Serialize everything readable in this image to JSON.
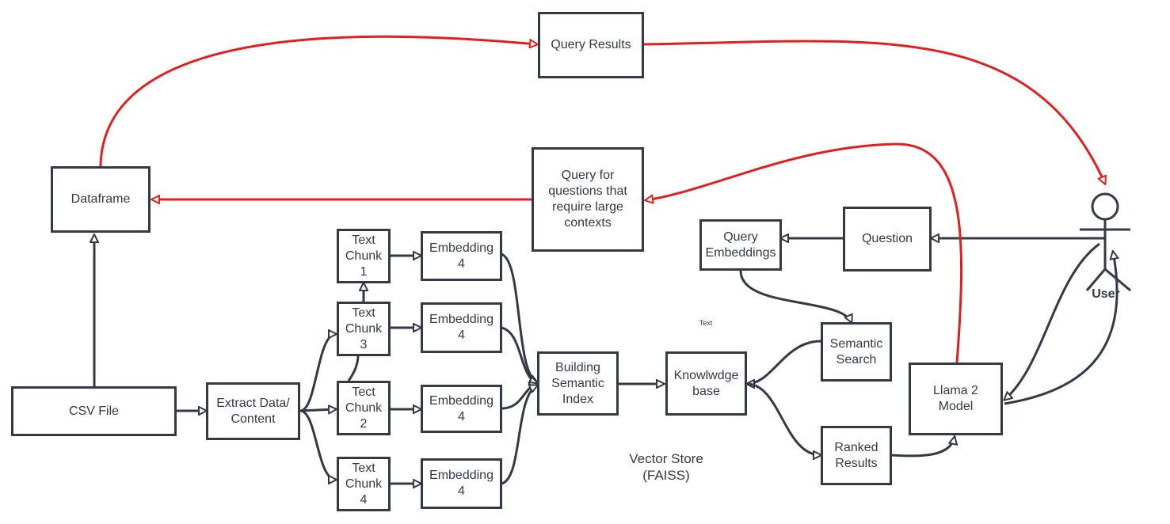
{
  "nodes": {
    "query_results": "Query Results",
    "dataframe": "Dataframe",
    "query_large_ctx": "Query for\nquestions that\nrequire large\ncontexts",
    "csv_file": "CSV File",
    "extract": "Extract Data/\nContent",
    "chunk1": "Text\nChunk\n1",
    "chunk3": "Text\nChunk\n3",
    "chunk2": "Tect\nChunk\n2",
    "chunk4": "Text\nChunk\n4",
    "emb1": "Embedding\n4",
    "emb2": "Embedding\n4",
    "emb3": "Embedding\n4",
    "emb4": "Embedding\n4",
    "semantic_index": "Building\nSemantic\nIndex",
    "knowledge_base": "Knowlwdge\nbase",
    "query_embeddings": "Query\nEmbeddings",
    "question": "Question",
    "semantic_search": "Semantic\nSearch",
    "ranked_results": "Ranked\nResults",
    "llama": "Llama 2\nModel"
  },
  "labels": {
    "vector_store": "Vector Store\n(FAISS)",
    "text_small": "Text",
    "user": "User"
  },
  "colors": {
    "line": "#333a45",
    "highlight": "#e0201f"
  }
}
